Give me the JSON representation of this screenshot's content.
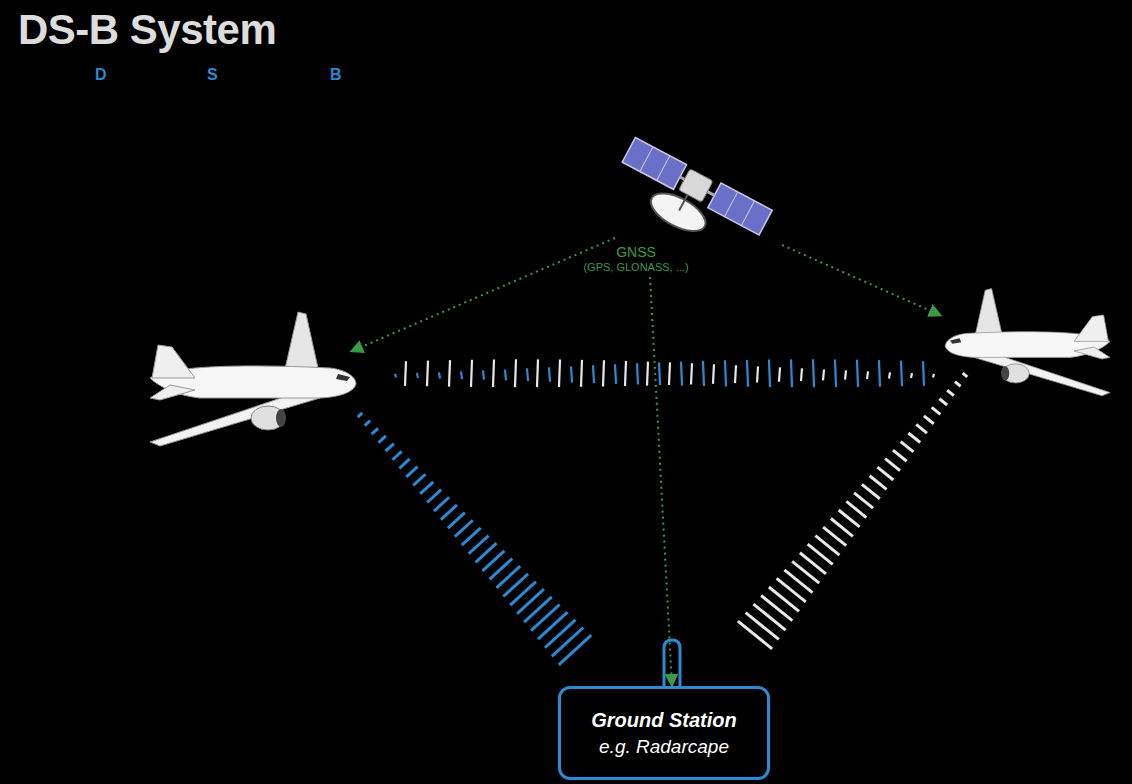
{
  "diagram": {
    "title": "DS-B System",
    "nodes": [
      {
        "text": [
          "GNSS",
          "(GPS, GLONASS, ...)"
        ]
      },
      {
        "text": [
          "Ground Station",
          "e.g. Radarcape"
        ]
      }
    ],
    "edges": [
      {
        "from": 0,
        "to": 1,
        "arrow": "to"
      }
    ],
    "labels": [
      "D",
      "S",
      "B"
    ]
  }
}
